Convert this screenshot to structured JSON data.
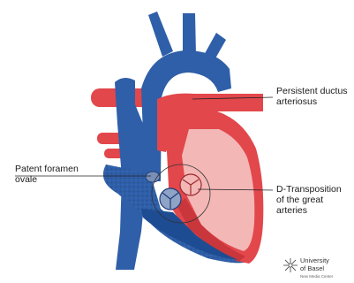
{
  "labels": {
    "pda": [
      "Persistent ductus",
      "arteriosus"
    ],
    "pfo": [
      "Patent foramen",
      "ovale"
    ],
    "dtga": [
      "D-Transposition",
      "of the great",
      "arteries"
    ]
  },
  "logo": {
    "line1": "University",
    "line2": "of Basel",
    "line3": "New Media Center"
  },
  "colors": {
    "blue": "#2f5fa8",
    "blue_dark": "#1d3f7a",
    "red": "#e2474b",
    "red_light": "#f07a7d",
    "pink": "#f3b7b6"
  }
}
